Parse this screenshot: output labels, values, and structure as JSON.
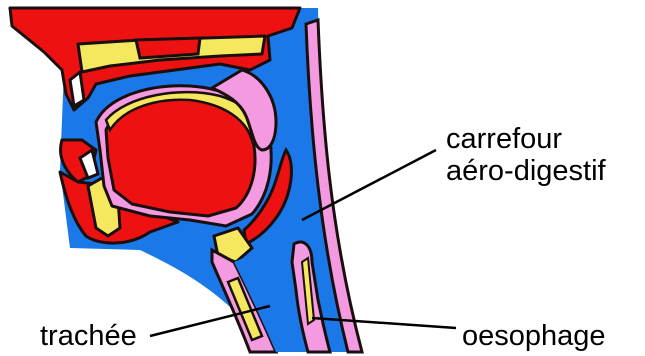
{
  "labels": {
    "junction_line1": "carrefour",
    "junction_line2": "aéro-digestif",
    "trachea": "trachée",
    "esophagus": "oesophage"
  },
  "colors": {
    "airway": "#1A78E8",
    "tissue": "#EE1111",
    "bone": "#F6E85E",
    "mucosa": "#F49AE0",
    "outline": "#1a0f0f",
    "background": "#ffffff"
  }
}
